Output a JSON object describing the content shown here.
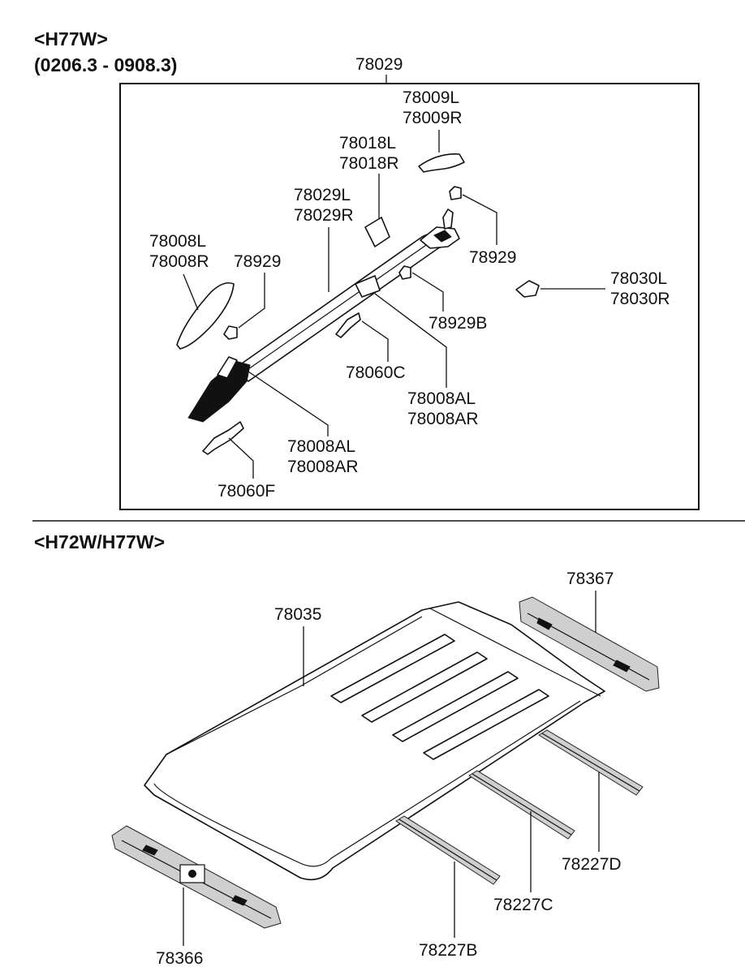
{
  "sections": {
    "top": {
      "title": "<H77W>",
      "subtitle": "(0206.3 - 0908.3)",
      "box_label": "78029"
    },
    "bottom": {
      "title": "<H72W/H77W>"
    }
  },
  "parts_top": {
    "p78009": [
      "78009L",
      "78009R"
    ],
    "p78018": [
      "78018L",
      "78018R"
    ],
    "p78029": [
      "78029L",
      "78029R"
    ],
    "p78008": [
      "78008L",
      "78008R"
    ],
    "p78929a": "78929",
    "p78929b": "78929",
    "p78030": [
      "78030L",
      "78030R"
    ],
    "p78929B": "78929B",
    "p78060C": "78060C",
    "p78008A_mid": [
      "78008AL",
      "78008AR"
    ],
    "p78008A_low": [
      "78008AL",
      "78008AR"
    ],
    "p78060F": "78060F"
  },
  "parts_bottom": {
    "p78035": "78035",
    "p78367": "78367",
    "p78366": "78366",
    "p78227D": "78227D",
    "p78227C": "78227C",
    "p78227B": "78227B"
  }
}
